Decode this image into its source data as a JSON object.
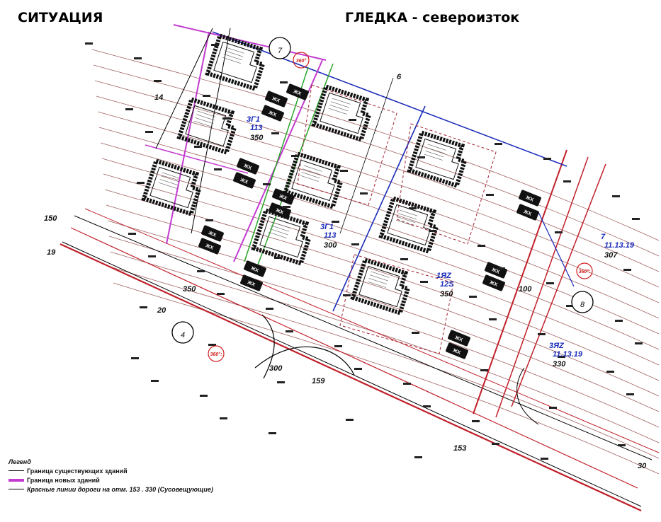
{
  "header": {
    "title_left": "СИТУАЦИЯ",
    "title_right": "ГЛЕДКА - североизток"
  },
  "plan": {
    "circled_numbers": [
      "7",
      "8",
      "4"
    ],
    "plot_numbers": [
      "6",
      "14",
      "150",
      "19",
      "20",
      "350",
      "300",
      "159",
      "153",
      "100",
      "30"
    ],
    "parcel_labels": [
      {
        "code": "3Г1",
        "area": "113",
        "value": "350"
      },
      {
        "code": "3Г1",
        "area": "113",
        "value": "300"
      },
      {
        "code": "1ЯZ",
        "area": "12S",
        "value": "350"
      },
      {
        "code": "7",
        "area": "11.13.19",
        "value": "307"
      },
      {
        "code": "3ЯZ",
        "area": "11.13.19",
        "value": "330"
      }
    ],
    "red_stamps": [
      "360°:",
      "360°",
      "360°:"
    ],
    "parking_label": "ЖХ",
    "colors": {
      "existing_boundary": "#000000",
      "new_boundary": "#c23bd0",
      "red_lines": "#c0202a",
      "lot_boundary": "#1a2bb8",
      "green_line": "#2aa52a",
      "parcel_text": "#1a2bb8"
    }
  },
  "legend": {
    "title": "Легенд",
    "items": [
      {
        "label": "Граница существующих зданий",
        "style": "black"
      },
      {
        "label": "Граница новых зданий",
        "style": "magenta"
      },
      {
        "label": "Красные линии дороги  на отм. 153 . 330 (Сусовещующие)",
        "style": "black-italic"
      }
    ]
  }
}
